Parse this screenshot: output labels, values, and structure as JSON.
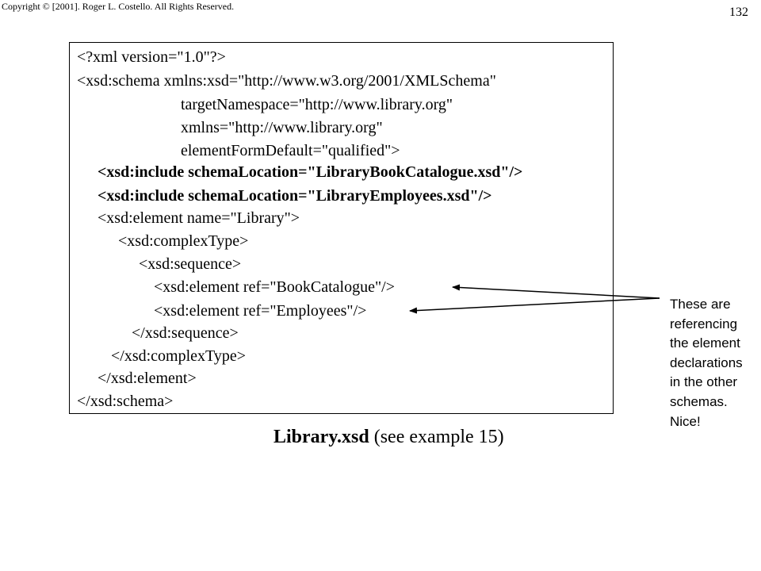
{
  "header": {
    "copyright": "Copyright © [2001].  Roger L. Costello.  All Rights Reserved.",
    "page_number": "132"
  },
  "code": {
    "lines": [
      "<?xml version=\"1.0\"?>",
      "<xsd:schema xmlns:xsd=\"http://www.w3.org/2001/XMLSchema\"",
      "targetNamespace=\"http://www.library.org\"",
      "xmlns=\"http://www.library.org\"",
      "elementFormDefault=\"qualified\">",
      "<xsd:include schemaLocation=\"LibraryBookCatalogue.xsd\"/>",
      "<xsd:include schemaLocation=\"LibraryEmployees.xsd\"/>",
      "<xsd:element name=\"Library\">",
      "<xsd:complexType>",
      "<xsd:sequence>",
      "<xsd:element ref=\"BookCatalogue\"/>",
      "<xsd:element ref=\"Employees\"/>",
      "</xsd:sequence>",
      "</xsd:complexType>",
      "</xsd:element>",
      "</xsd:schema>"
    ]
  },
  "caption": {
    "bold": "Library.xsd",
    "rest": " (see example 15)"
  },
  "annotation": {
    "lines": [
      "These are",
      "referencing",
      "the element",
      "declarations",
      "in the other",
      "schemas.",
      "Nice!"
    ]
  },
  "colors": {
    "text": "#000000",
    "background": "#ffffff",
    "border": "#000000"
  }
}
